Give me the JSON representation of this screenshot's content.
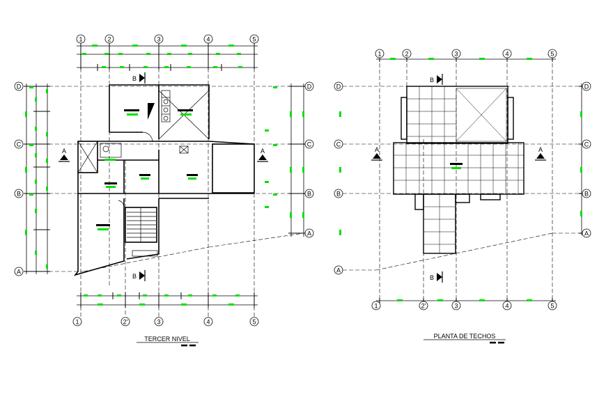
{
  "colors": {
    "line": "#000000",
    "accent": "#00e000",
    "background": "#ffffff"
  },
  "left_plan": {
    "title": "TERCER NIVEL",
    "cols_top": [
      "1",
      "2",
      "3",
      "4",
      "5"
    ],
    "cols_bottom": [
      "1",
      "2'",
      "3",
      "4",
      "5"
    ],
    "rows_left": [
      "D",
      "C",
      "B",
      "A"
    ],
    "rows_right": [
      "D",
      "C",
      "B",
      "A"
    ],
    "section_a": "A",
    "section_b": "B"
  },
  "right_plan": {
    "title": "PLANTA DE TECHOS",
    "cols_top": [
      "1",
      "2",
      "3",
      "4",
      "5"
    ],
    "cols_bottom": [
      "1",
      "2'",
      "3",
      "4",
      "5"
    ],
    "rows_left": [
      "D",
      "C",
      "B",
      "A"
    ],
    "rows_right": [
      "D",
      "C",
      "B",
      "A"
    ],
    "section_a": "A",
    "section_b": "B"
  }
}
